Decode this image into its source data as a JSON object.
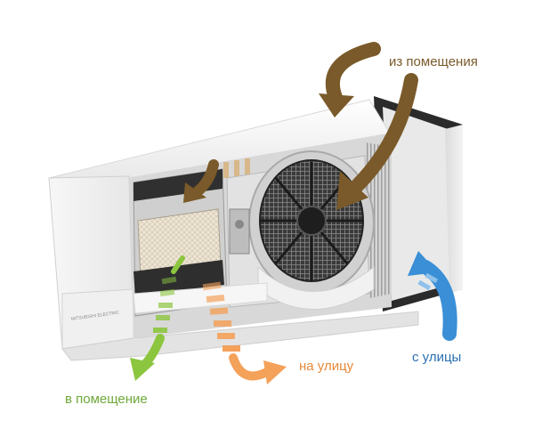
{
  "figure": {
    "brand_text": "MITSUBISHI ELECTRIC",
    "colors": {
      "from_room": "#7a5a2a",
      "to_outside": "#f4a15a",
      "from_street": "#3a8fd6",
      "to_room": "#8cc63f",
      "panel": "#f4f4f4",
      "frame_dark": "#2a2a2a"
    }
  },
  "labels": {
    "from_room": "из помещения",
    "to_outside": "на улицу",
    "from_street": "с улицы",
    "to_room": "в помещение"
  }
}
